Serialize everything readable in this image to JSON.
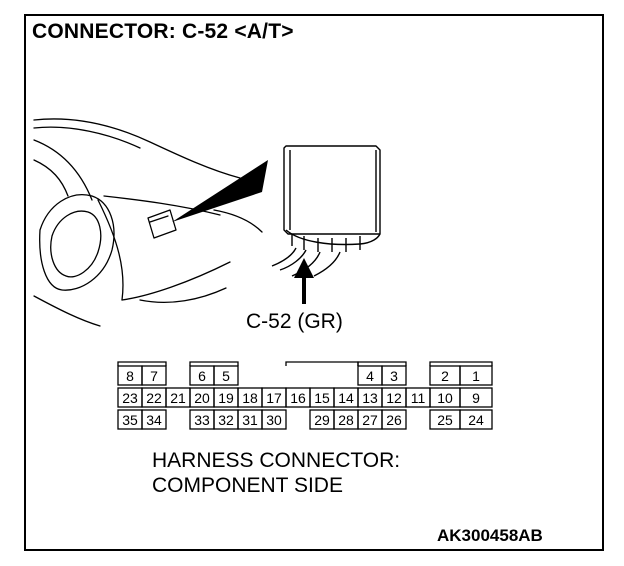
{
  "title": "CONNECTOR: C-52 <A/T>",
  "connector_label": "C-52 (GR)",
  "caption": {
    "line1": "HARNESS CONNECTOR:",
    "line2": "COMPONENT SIDE"
  },
  "reference_code": "AK300458AB",
  "pins": {
    "top_row": [
      "8",
      "7",
      "6",
      "5",
      "4",
      "3",
      "2",
      "1"
    ],
    "middle_row": [
      "23",
      "22",
      "21",
      "20",
      "19",
      "18",
      "17",
      "16",
      "15",
      "14",
      "13",
      "12",
      "11",
      "10",
      "9"
    ],
    "bottom_row": [
      "35",
      "34",
      "33",
      "32",
      "31",
      "30",
      "29",
      "28",
      "27",
      "26",
      "25",
      "24"
    ]
  }
}
